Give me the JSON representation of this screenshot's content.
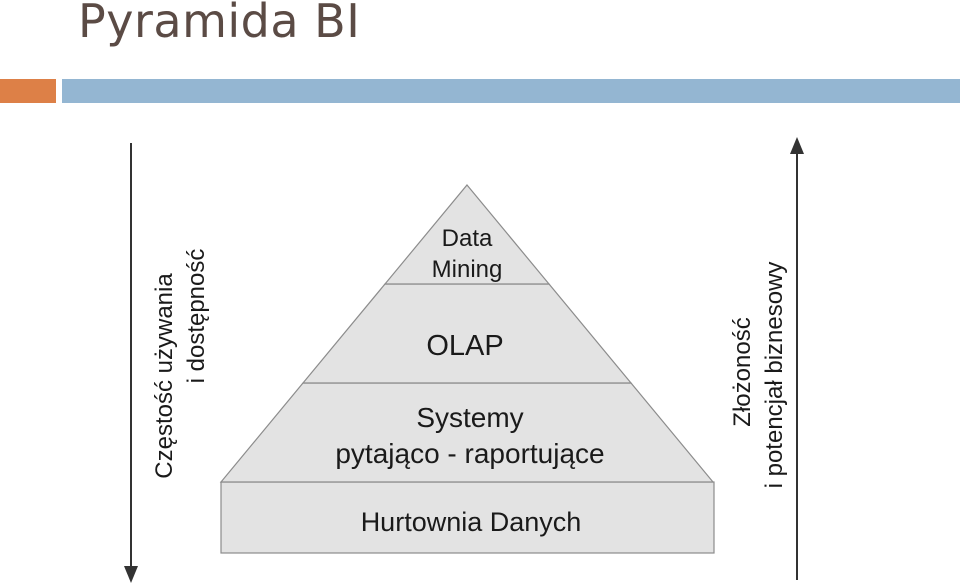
{
  "title": "Pyramida BI",
  "accent_colors": {
    "orange": "#dd8047",
    "blue": "#94b6d2"
  },
  "pyramid": {
    "fill_color": "#e3e3e3",
    "levels": [
      {
        "line1": "Data",
        "line2": "Mining"
      },
      {
        "line1": "OLAP"
      },
      {
        "line1": "Systemy",
        "line2": "pytająco - raportujące"
      },
      {
        "line1": "Hurtownia Danych"
      }
    ]
  },
  "left_axis": {
    "line1": "Częstość używania",
    "line2": "i dostępność",
    "arrow_direction": "down"
  },
  "right_axis": {
    "line1": "Złożoność",
    "line2": "i potencjał biznesowy",
    "arrow_direction": "up"
  }
}
